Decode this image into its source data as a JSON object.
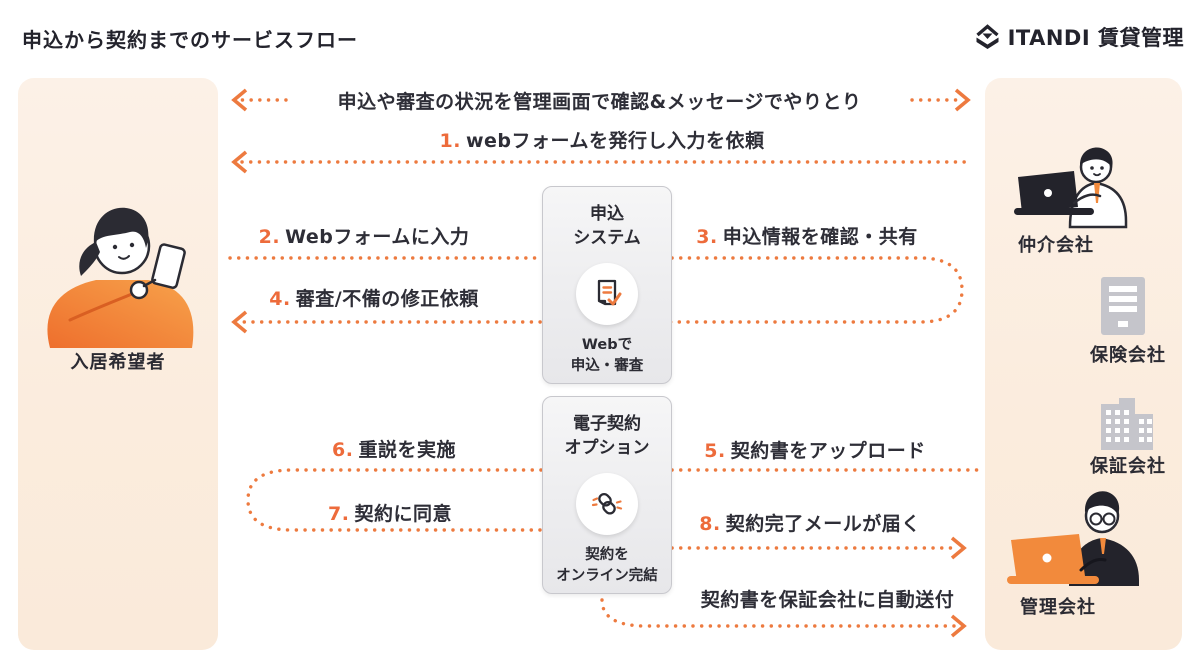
{
  "header": {
    "title": "申込から契約までのサービスフロー",
    "brand": "ITANDI 賃貸管理"
  },
  "left_panel": {
    "label": "入居希望者"
  },
  "right_panel": {
    "actors": [
      {
        "label": "仲介会社",
        "icon": "broker-at-laptop"
      },
      {
        "label": "保険会社",
        "icon": "insurance-building"
      },
      {
        "label": "保証会社",
        "icon": "guarantor-buildings"
      },
      {
        "label": "管理会社",
        "icon": "manager-at-laptop"
      }
    ]
  },
  "boxes": [
    {
      "title": "申込システム",
      "title_lines": [
        "申込",
        "システム"
      ],
      "caption_lines": [
        "Webで",
        "申込・審査"
      ],
      "icon": "document-check-icon"
    },
    {
      "title": "電子契約オプション",
      "title_lines": [
        "電子契約",
        "オプション"
      ],
      "caption_lines": [
        "契約を",
        "オンライン完結"
      ],
      "icon": "link-icon"
    }
  ],
  "flows": [
    {
      "num": "",
      "label": "申込や審査の状況を管理画面で確認&メッセージでやりとり",
      "direction": "both"
    },
    {
      "num": "1.",
      "label": "webフォームを発行し入力を依頼",
      "direction": "left"
    },
    {
      "num": "2.",
      "label": "Webフォームに入力",
      "direction": "to-system"
    },
    {
      "num": "3.",
      "label": "申込情報を確認・共有",
      "direction": "to-right"
    },
    {
      "num": "4.",
      "label": "審査/不備の修正依頼",
      "direction": "left"
    },
    {
      "num": "5.",
      "label": "契約書をアップロード",
      "direction": "to-system"
    },
    {
      "num": "6.",
      "label": "重説を実施",
      "direction": "to-left"
    },
    {
      "num": "7.",
      "label": "契約に同意",
      "direction": "to-system"
    },
    {
      "num": "8.",
      "label": "契約完了メールが届く",
      "direction": "right"
    },
    {
      "num": "",
      "label": "契約書を保証会社に自動送付",
      "direction": "right"
    }
  ],
  "colors": {
    "accent_orange": "#ED7A3F",
    "number_orange": "#ED6B3B",
    "text_dark": "#2B2B33",
    "panel_peach": "#FBECDD",
    "box_gray": "#EDEDEF",
    "icon_gray": "#C5C5CB"
  }
}
